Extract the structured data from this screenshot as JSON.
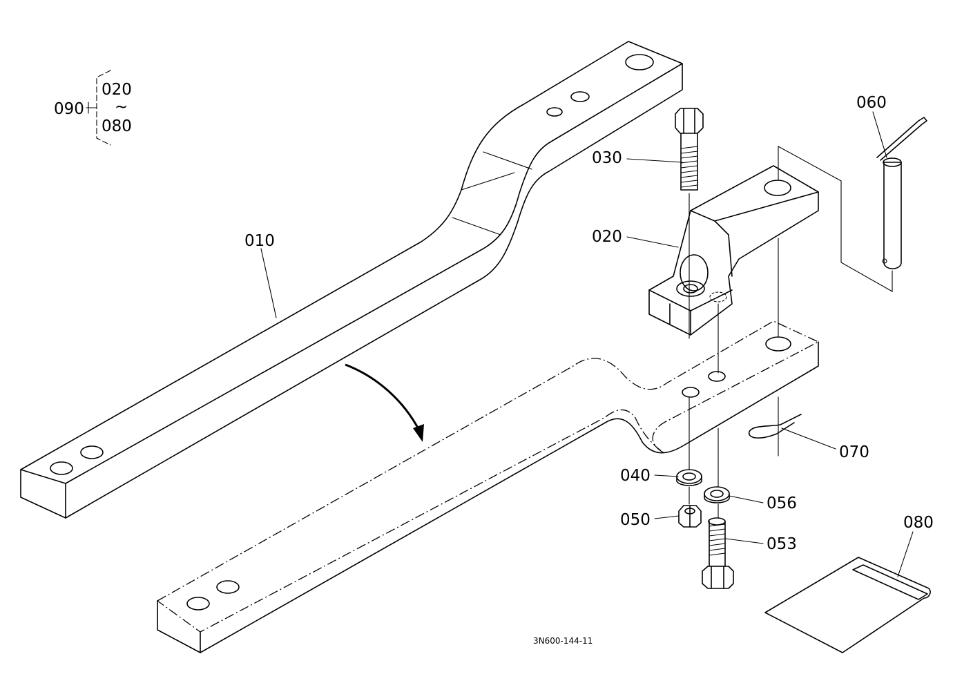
{
  "diagram_id": "3N600-144-11",
  "callouts": {
    "c010": "010",
    "c020": "020",
    "c030": "030",
    "c040": "040",
    "c050": "050",
    "c053": "053",
    "c056": "056",
    "c060": "060",
    "c070": "070",
    "c080": "080"
  },
  "set_group": {
    "label": "090",
    "range_start": "020",
    "range_sep": "~",
    "range_end": "080"
  }
}
